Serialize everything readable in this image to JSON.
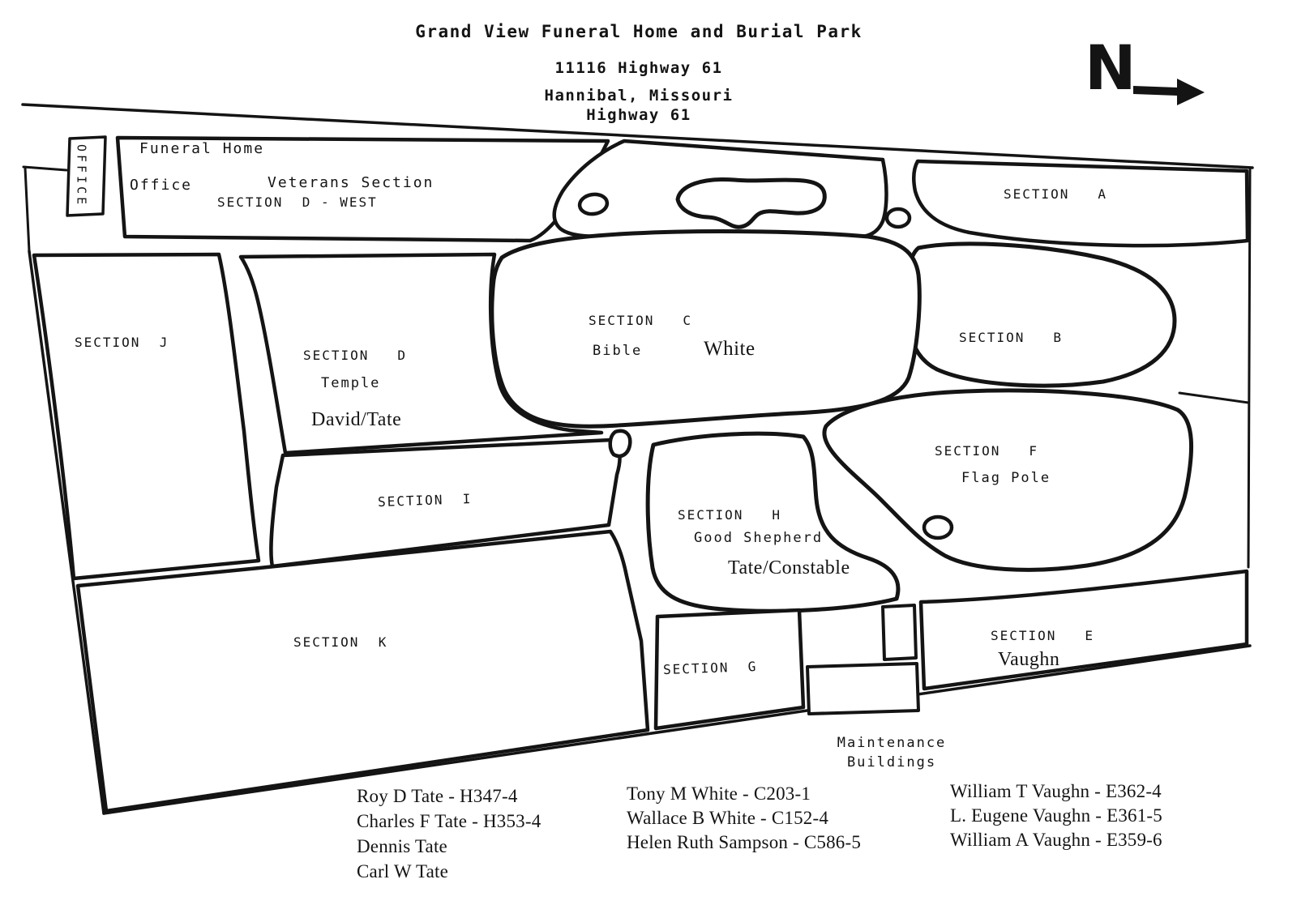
{
  "header": {
    "title": "Grand View Funeral Home and Burial Park",
    "address": "11116 Highway 61",
    "city": "Hannibal, Missouri",
    "highway_label": "Highway 61",
    "north_label": "N"
  },
  "map": {
    "office_box_label": "OFFICE",
    "funeral_home_label": "Funeral Home",
    "office_label": "Office",
    "veterans_label": "Veterans Section",
    "section_d_west_label": "SECTION  D - WEST",
    "sections": {
      "a": {
        "label": "SECTION   A"
      },
      "b": {
        "label": "SECTION   B"
      },
      "c": {
        "label": "SECTION   C",
        "feature": "Bible",
        "family": "White"
      },
      "d": {
        "label": "SECTION   D",
        "feature": "Temple",
        "family": "David/Tate"
      },
      "e": {
        "label": "SECTION   E",
        "family": "Vaughn"
      },
      "f": {
        "label": "SECTION   F",
        "feature": "Flag Pole"
      },
      "g": {
        "label": "SECTION  G"
      },
      "h": {
        "label": "SECTION   H",
        "feature": "Good Shepherd",
        "family": "Tate/Constable"
      },
      "i": {
        "label": "SECTION  I"
      },
      "j": {
        "label": "SECTION  J"
      },
      "k": {
        "label": "SECTION  K"
      }
    },
    "maintenance_line1": "Maintenance",
    "maintenance_line2": "Buildings"
  },
  "plots": {
    "tate": [
      "Roy D Tate - H347-4",
      "Charles F Tate - H353-4",
      "Dennis Tate",
      "Carl W Tate"
    ],
    "white": [
      "Tony M White - C203-1",
      "Wallace B White - C152-4",
      "Helen Ruth Sampson - C586-5"
    ],
    "vaughn": [
      "William T Vaughn - E362-4",
      "L. Eugene Vaughn - E361-5",
      "William A Vaughn - E359-6"
    ]
  }
}
